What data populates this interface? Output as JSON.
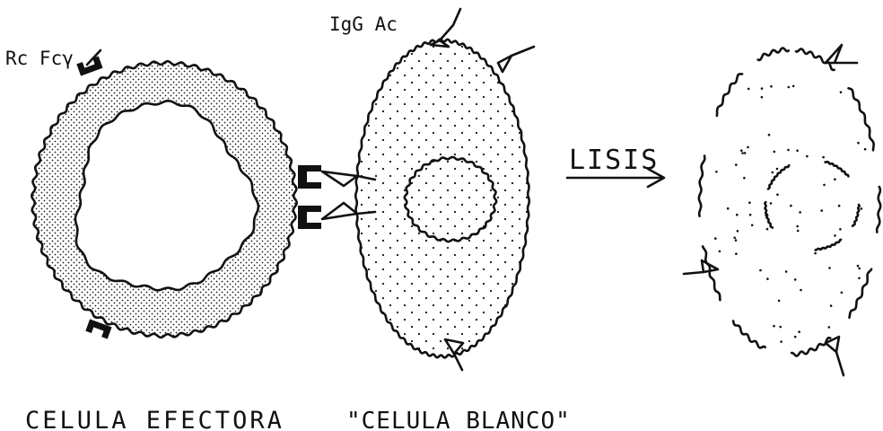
{
  "labels": {
    "receptor": "Rc Fcγ",
    "antibody": "IgG Ac",
    "process": "LISIS",
    "effector_cell": "CELULA EFECTORA",
    "target_cell": "\"CELULA BLANCO\""
  },
  "colors": {
    "ink": "#111111",
    "background": "#ffffff",
    "stipple": "#111111"
  }
}
